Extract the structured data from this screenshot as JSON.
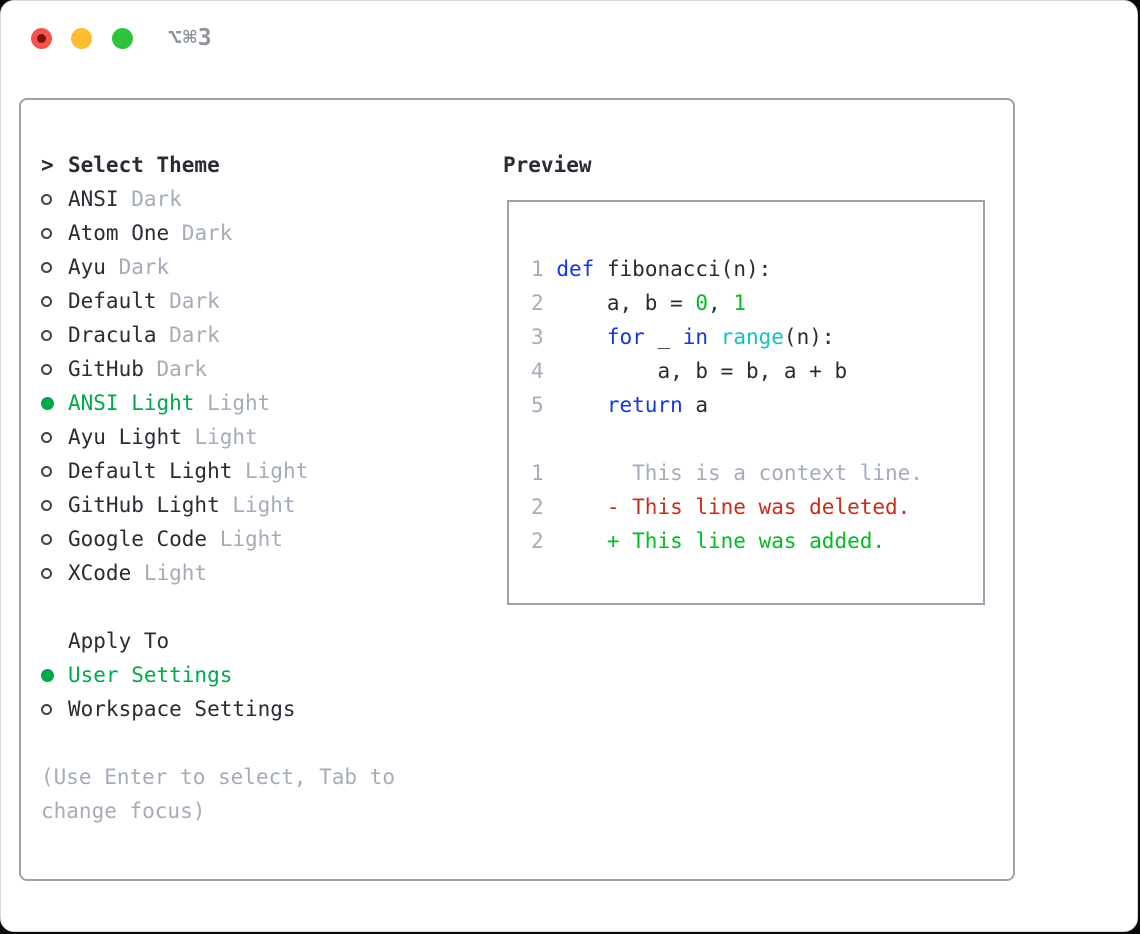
{
  "window": {
    "title": "⌥⌘3"
  },
  "panel": {
    "theme_list": {
      "header_prompt": ">",
      "header": "Select Theme",
      "items": [
        {
          "name": "ANSI",
          "variant": "Dark",
          "selected": false
        },
        {
          "name": "Atom One",
          "variant": "Dark",
          "selected": false
        },
        {
          "name": "Ayu",
          "variant": "Dark",
          "selected": false
        },
        {
          "name": "Default",
          "variant": "Dark",
          "selected": false
        },
        {
          "name": "Dracula",
          "variant": "Dark",
          "selected": false
        },
        {
          "name": "GitHub",
          "variant": "Dark",
          "selected": false
        },
        {
          "name": "ANSI Light",
          "variant": "Light",
          "selected": true
        },
        {
          "name": "Ayu Light",
          "variant": "Light",
          "selected": false
        },
        {
          "name": "Default Light",
          "variant": "Light",
          "selected": false
        },
        {
          "name": "GitHub Light",
          "variant": "Light",
          "selected": false
        },
        {
          "name": "Google Code",
          "variant": "Light",
          "selected": false
        },
        {
          "name": "XCode",
          "variant": "Light",
          "selected": false
        }
      ]
    },
    "apply_to": {
      "header": "Apply To",
      "options": [
        {
          "label": "User Settings",
          "selected": true
        },
        {
          "label": "Workspace Settings",
          "selected": false
        }
      ]
    },
    "hint": "(Use Enter to select, Tab to change focus)",
    "preview": {
      "title": "Preview",
      "lines": [
        {
          "tokens": [
            {
              "t": "1",
              "c": "lnum"
            },
            {
              "t": " ",
              "c": "plain"
            },
            {
              "t": "def",
              "c": "kw"
            },
            {
              "t": " fibonacci(n):",
              "c": "plain"
            }
          ]
        },
        {
          "tokens": [
            {
              "t": "2",
              "c": "lnum"
            },
            {
              "t": "     a, b = ",
              "c": "plain"
            },
            {
              "t": "0",
              "c": "lit"
            },
            {
              "t": ", ",
              "c": "plain"
            },
            {
              "t": "1",
              "c": "lit"
            }
          ]
        },
        {
          "tokens": [
            {
              "t": "3",
              "c": "lnum"
            },
            {
              "t": "     ",
              "c": "plain"
            },
            {
              "t": "for",
              "c": "kw"
            },
            {
              "t": " _ ",
              "c": "plain"
            },
            {
              "t": "in",
              "c": "kw"
            },
            {
              "t": " ",
              "c": "plain"
            },
            {
              "t": "range",
              "c": "fn"
            },
            {
              "t": "(n):",
              "c": "plain"
            }
          ]
        },
        {
          "tokens": [
            {
              "t": "4",
              "c": "lnum"
            },
            {
              "t": "         a, b = b, a + b",
              "c": "plain"
            }
          ]
        },
        {
          "tokens": [
            {
              "t": "5",
              "c": "lnum"
            },
            {
              "t": "     ",
              "c": "plain"
            },
            {
              "t": "return",
              "c": "kw"
            },
            {
              "t": " a",
              "c": "plain"
            }
          ]
        },
        {
          "tokens": []
        },
        {
          "tokens": [
            {
              "t": "1",
              "c": "lnum"
            },
            {
              "t": "       This is a context line.",
              "c": "ctx"
            }
          ]
        },
        {
          "tokens": [
            {
              "t": "2",
              "c": "lnum"
            },
            {
              "t": "     ",
              "c": "plain"
            },
            {
              "t": "- This line was deleted.",
              "c": "del"
            }
          ]
        },
        {
          "tokens": [
            {
              "t": "2",
              "c": "lnum"
            },
            {
              "t": "     ",
              "c": "plain"
            },
            {
              "t": "+ This line was added.",
              "c": "add"
            }
          ]
        }
      ]
    }
  },
  "colors": {
    "text_dark": "#282c33",
    "muted_gray": "#a4acb8",
    "border_gray": "#9aa3ae",
    "circle_stroke": "#3f454e",
    "selection_green": "#00a94a",
    "keyword_blue": "#1437dd",
    "builtin_cyan": "#15c0c6",
    "literal_green": "#0cb81f",
    "added_green": "#00bd22",
    "deleted_red": "#c92d17",
    "title_gray": "#8e949c",
    "traffic_red": "#f5544d",
    "traffic_red_dot": "#7d120b",
    "traffic_yellow": "#fdbd2e",
    "traffic_green": "#2ec23e"
  }
}
